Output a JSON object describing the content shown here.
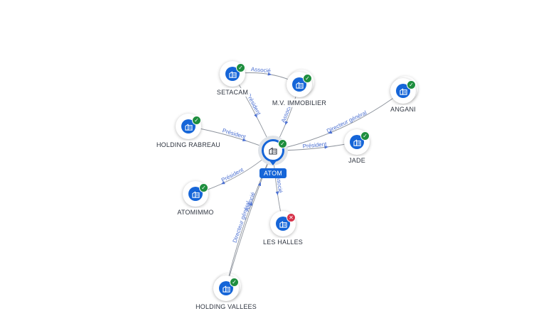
{
  "graph": {
    "center": {
      "id": "atom",
      "label": "ATOM",
      "status": "active"
    },
    "nodes": [
      {
        "id": "setacam",
        "label": "SETACAM",
        "status": "active"
      },
      {
        "id": "mv",
        "label": "M.V. IMMOBILIER",
        "status": "active"
      },
      {
        "id": "angani",
        "label": "ANGANI",
        "status": "active"
      },
      {
        "id": "rabreau",
        "label": "HOLDING RABREAU",
        "status": "active"
      },
      {
        "id": "jade",
        "label": "JADE",
        "status": "active"
      },
      {
        "id": "atomimmo",
        "label": "ATOMIMMO",
        "status": "active"
      },
      {
        "id": "halles",
        "label": "LES HALLES",
        "status": "closed"
      },
      {
        "id": "vallees",
        "label": "HOLDING VALLEES",
        "status": "active"
      }
    ],
    "edges": [
      {
        "from": "setacam",
        "to": "atom",
        "label": "Président"
      },
      {
        "from": "setacam",
        "to": "mv",
        "label": "Associé"
      },
      {
        "from": "mv",
        "to": "atom",
        "label": "Associé"
      },
      {
        "from": "angani",
        "to": "atom",
        "label": "Directeur général"
      },
      {
        "from": "rabreau",
        "to": "atom",
        "label": "Président"
      },
      {
        "from": "atom",
        "to": "jade",
        "label": "Président"
      },
      {
        "from": "atom",
        "to": "atomimmo",
        "label": "Président"
      },
      {
        "from": "atom",
        "to": "halles",
        "label": "Associé"
      },
      {
        "from": "vallees",
        "to": "atom",
        "label": "Associé"
      },
      {
        "from": "vallees",
        "to": "atom",
        "label": "Directeur général"
      }
    ]
  },
  "colors": {
    "accent": "#1565d8",
    "status_active": "#1e8e3e",
    "status_closed": "#d6334a",
    "edge": "#8d939c",
    "edge_label": "#4a6fd1"
  },
  "icons": {
    "company": "building-icon",
    "active": "check-icon",
    "closed": "cross-icon"
  }
}
